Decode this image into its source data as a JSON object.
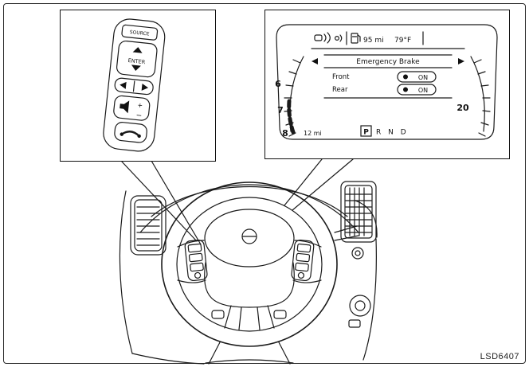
{
  "figure": {
    "code": "LSD6407"
  },
  "steering_switches": {
    "source_label": "SOURCE",
    "enter_label": "ENTER",
    "volume_plus": "+",
    "volume_minus": "−"
  },
  "cluster": {
    "status": {
      "range": "95 mi",
      "temperature": "79°F"
    },
    "menu_title": "Emergency Brake",
    "settings": [
      {
        "label": "Front",
        "value": "ON"
      },
      {
        "label": "Rear",
        "value": "ON"
      }
    ],
    "tach_left": [
      "6",
      "7",
      "8"
    ],
    "tach_right": [
      "20"
    ],
    "odometer": "12 mi",
    "gear_selected": "P",
    "gear_others": "R N D"
  }
}
